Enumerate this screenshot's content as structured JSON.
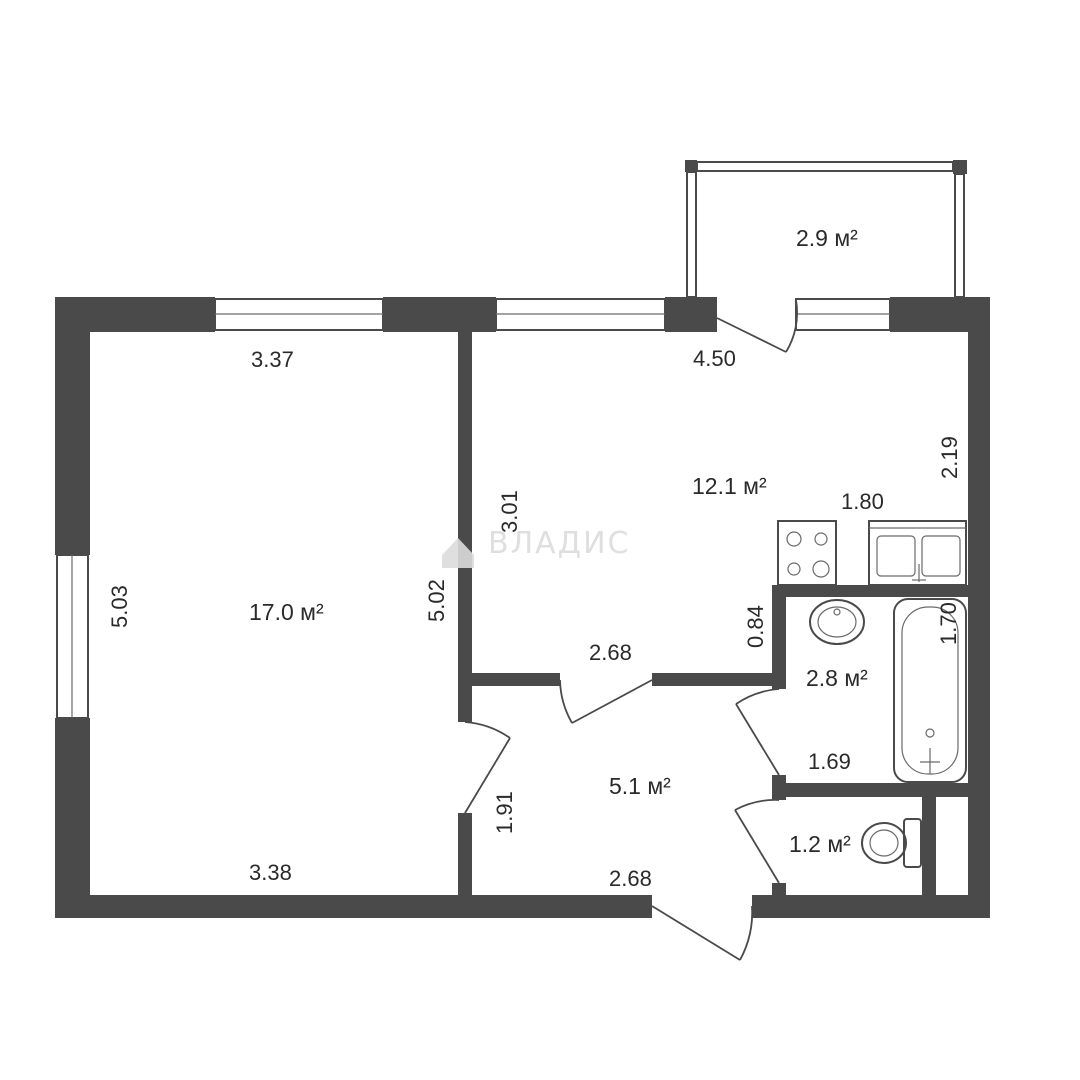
{
  "rooms": {
    "living_room_area": "17.0 м²",
    "kitchen_area": "12.1 м²",
    "balcony_area": "2.9 м²",
    "hall_area": "5.1 м²",
    "bathroom_area": "2.8 м²",
    "toilet_area": "1.2 м²"
  },
  "dimensions": {
    "living_top": "3.37",
    "living_left": "5.03",
    "living_right": "5.02",
    "living_bottom": "3.38",
    "kitchen_top": "4.50",
    "kitchen_left": "3.01",
    "kitchen_right": "2.19",
    "kitchen_bottom": "2.68",
    "counter": "1.80",
    "niche": "0.84",
    "bath_height": "1.70",
    "bath_width": "1.69",
    "hall_left": "1.91",
    "hall_bottom": "2.68"
  },
  "watermark": "ВЛАДИС",
  "colors": {
    "wall": "#4a4a4a",
    "background": "#ffffff"
  }
}
